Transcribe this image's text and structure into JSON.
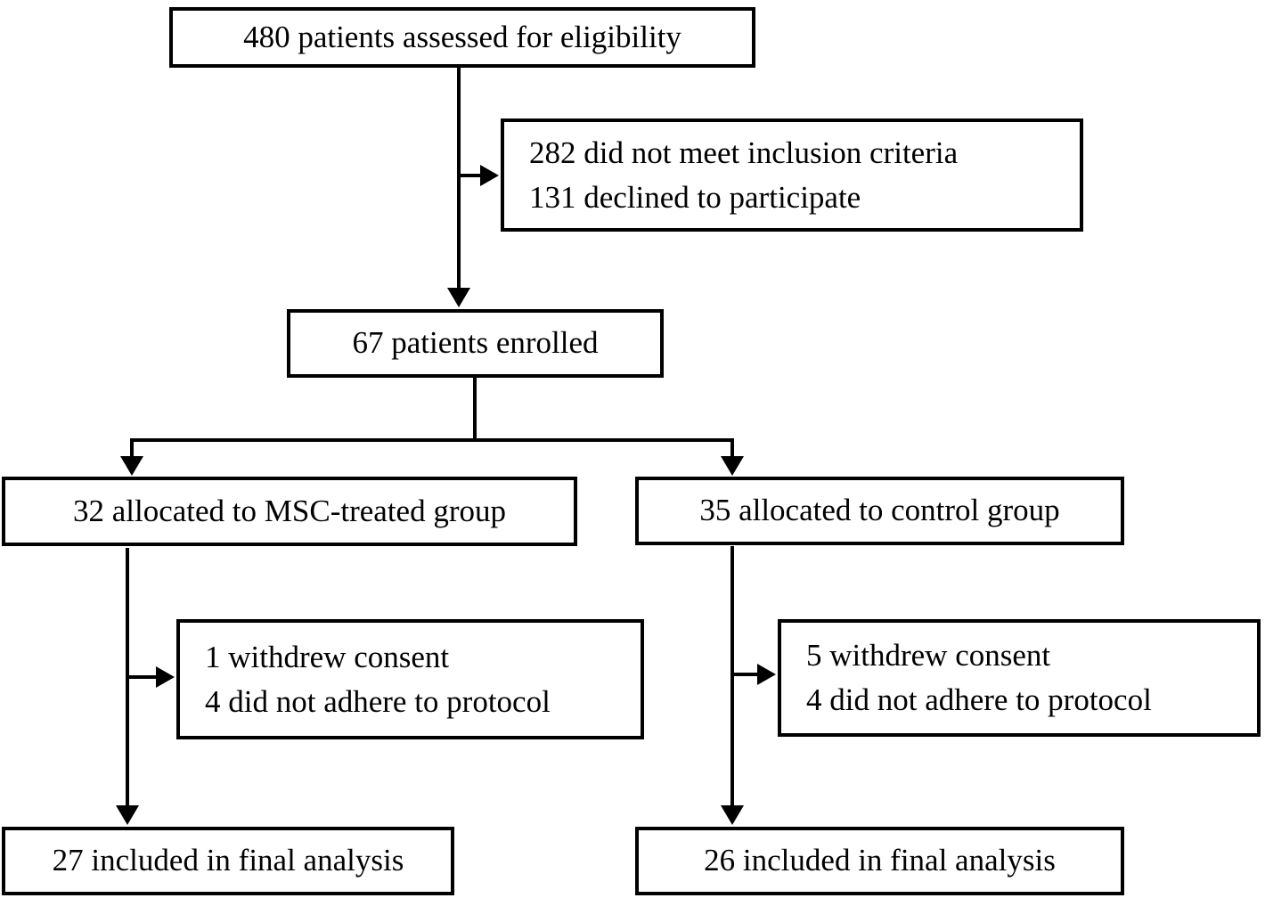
{
  "diagram": {
    "type": "flowchart",
    "background_color": "#ffffff",
    "line_color": "#000000",
    "text_color": "#000000",
    "box_border_color": "#000000",
    "nodes": {
      "eligibility": {
        "text": "480 patients assessed for eligibility"
      },
      "exclusion": {
        "lines": [
          "282 did not meet inclusion criteria",
          "131 declined to participate"
        ]
      },
      "enrolled": {
        "text": "67 patients enrolled"
      },
      "alloc_msc": {
        "text": "32 allocated to MSC-treated group"
      },
      "alloc_control": {
        "text": "35 allocated to control group"
      },
      "dropout_msc": {
        "lines": [
          "1 withdrew consent",
          "4 did not adhere to protocol"
        ]
      },
      "dropout_control": {
        "lines": [
          "5 withdrew consent",
          "4 did not adhere to protocol"
        ]
      },
      "final_msc": {
        "text": "27 included in final analysis"
      },
      "final_control": {
        "text": "26 included in final analysis"
      }
    },
    "edges": [
      {
        "from": "eligibility",
        "to": "enrolled"
      },
      {
        "from": "eligibility",
        "to": "exclusion"
      },
      {
        "from": "enrolled",
        "to": "alloc_msc"
      },
      {
        "from": "enrolled",
        "to": "alloc_control"
      },
      {
        "from": "alloc_msc",
        "to": "dropout_msc"
      },
      {
        "from": "alloc_msc",
        "to": "final_msc"
      },
      {
        "from": "alloc_control",
        "to": "dropout_control"
      },
      {
        "from": "alloc_control",
        "to": "final_control"
      }
    ]
  }
}
